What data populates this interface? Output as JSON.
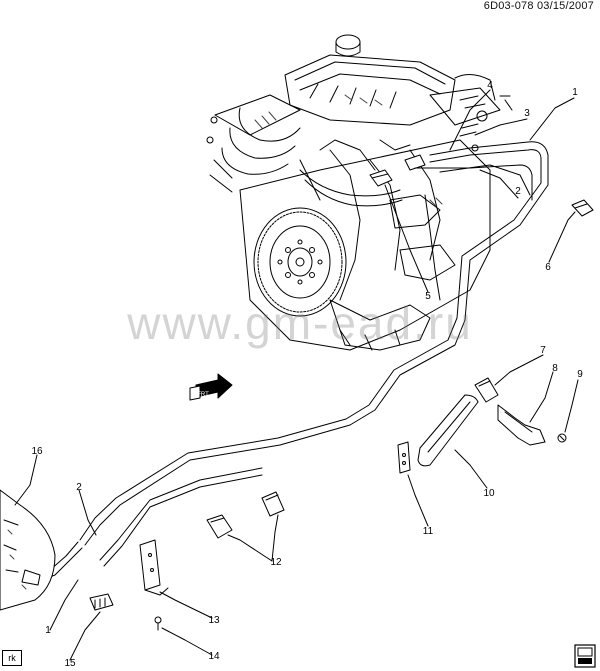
{
  "header": {
    "code": "6D03-078",
    "date": "03/15/2007"
  },
  "watermark": "www.gm-ead.ru",
  "corner_tag": "rk",
  "front_arrow_text": "FRT",
  "callouts": {
    "c1_top": "1",
    "c2_top": "2",
    "c3": "3",
    "c4": "4",
    "c5": "5",
    "c6": "6",
    "c7": "7",
    "c8": "8",
    "c9": "9",
    "c10": "10",
    "c11": "11",
    "c12": "12",
    "c13": "13",
    "c14": "14",
    "c15": "15",
    "c16": "16",
    "c2_bottom": "2",
    "c1_bottom": "1"
  },
  "colors": {
    "line": "#000000",
    "hatch": "#444444",
    "paper": "#ffffff"
  }
}
